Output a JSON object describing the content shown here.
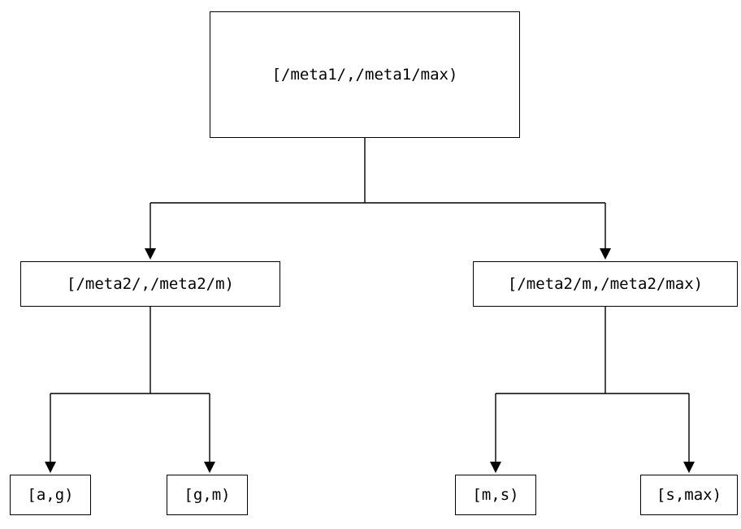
{
  "diagram": {
    "root": {
      "label": "[/meta1/,/meta1/max)"
    },
    "children": [
      {
        "label": "[/meta2/,/meta2/m)"
      },
      {
        "label": "[/meta2/m,/meta2/max)"
      }
    ],
    "leaves": [
      {
        "label": "[a,g)"
      },
      {
        "label": "[g,m)"
      },
      {
        "label": "[m,s)"
      },
      {
        "label": "[s,max)"
      }
    ]
  }
}
